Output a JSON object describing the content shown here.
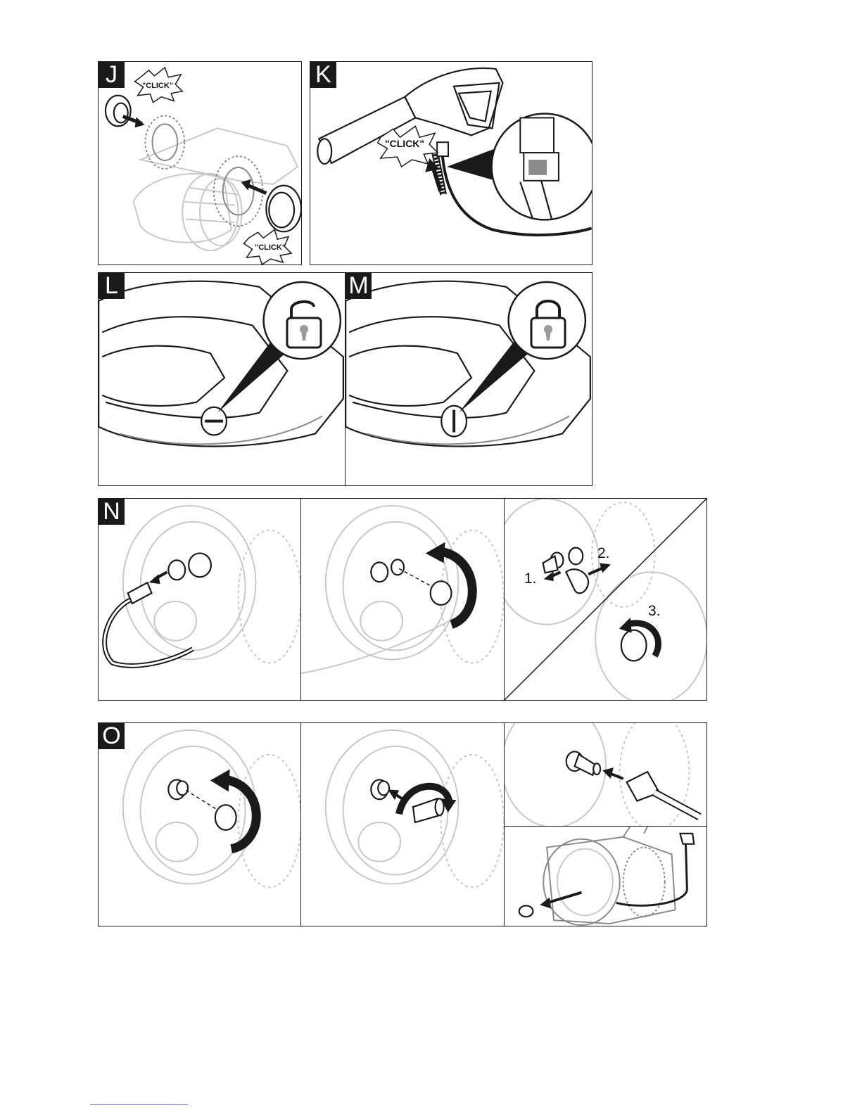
{
  "panels": {
    "J": {
      "label": "J",
      "click_top": "\"CLICK\"",
      "click_bottom": "\"CLICK\""
    },
    "K": {
      "label": "K",
      "click": "\"CLICK\""
    },
    "L": {
      "label": "L"
    },
    "M": {
      "label": "M"
    },
    "N": {
      "label": "N",
      "step1": "1.",
      "step2": "2.",
      "step3": "3."
    },
    "O": {
      "label": "O"
    }
  },
  "footer": {
    "text": ""
  },
  "colors": {
    "ink": "#1a1a1a",
    "light_line": "#c8c8c8",
    "lock_fill": "#9a9a9a"
  },
  "icons": [
    "lock-open-icon",
    "lock-closed-icon",
    "arrow-icon",
    "rotate-arrow-icon"
  ]
}
